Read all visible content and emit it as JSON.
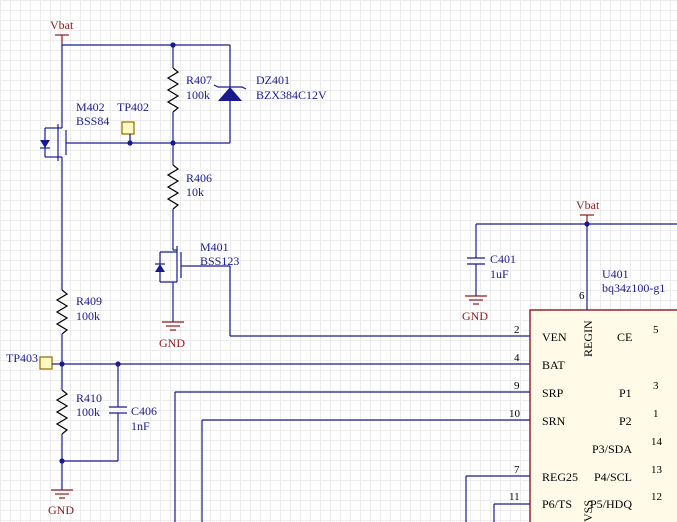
{
  "power": {
    "vbat_left": "Vbat",
    "vbat_right": "Vbat",
    "gnd_m401": "GND",
    "gnd_c401": "GND",
    "gnd_bottom": "GND"
  },
  "components": {
    "r407": {
      "ref": "R407",
      "value": "100k"
    },
    "dz401": {
      "ref": "DZ401",
      "value": "BZX384C12V"
    },
    "m402": {
      "ref": "M402",
      "value": "BSS84"
    },
    "tp402": {
      "ref": "TP402"
    },
    "r406": {
      "ref": "R406",
      "value": "10k"
    },
    "m401": {
      "ref": "M401",
      "value": "BSS123"
    },
    "r409": {
      "ref": "R409",
      "value": "100k"
    },
    "tp403": {
      "ref": "TP403"
    },
    "r410": {
      "ref": "R410",
      "value": "100k"
    },
    "c406": {
      "ref": "C406",
      "value": "1nF"
    },
    "c401": {
      "ref": "C401",
      "value": "1uF"
    },
    "u401": {
      "ref": "U401",
      "value": "bq34z100-g1"
    }
  },
  "ic_pins": {
    "regin_num": "6",
    "regin_name": "REGIN",
    "vss_name": "VSS",
    "left": [
      {
        "num": "2",
        "name": "VEN"
      },
      {
        "num": "4",
        "name": "BAT"
      },
      {
        "num": "9",
        "name": "SRP"
      },
      {
        "num": "10",
        "name": "SRN"
      },
      {
        "num": "7",
        "name": "REG25"
      },
      {
        "num": "11",
        "name": "P6/TS"
      }
    ],
    "right": [
      {
        "num": "5",
        "name": "CE"
      },
      {
        "num": "3",
        "name": "P1"
      },
      {
        "num": "1",
        "name": "P2"
      },
      {
        "num": "14",
        "name": "P3/SDA"
      },
      {
        "num": "13",
        "name": "P4/SCL"
      },
      {
        "num": "12",
        "name": "P5/HDQ"
      }
    ]
  }
}
